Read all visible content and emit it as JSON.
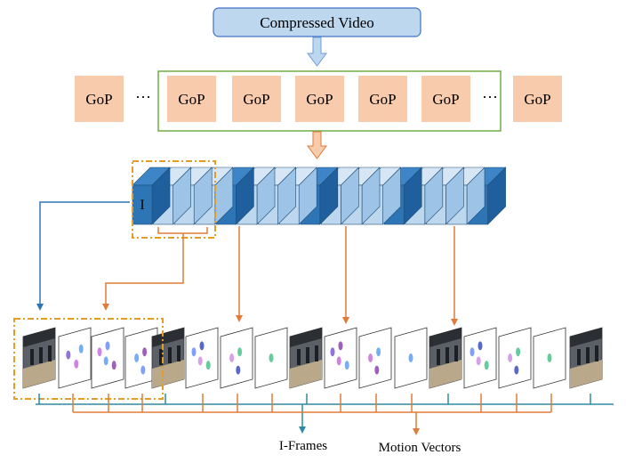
{
  "title": "Compressed Video",
  "gop": {
    "label": "GoP",
    "ellipsis": "···",
    "sequence": [
      "gop",
      "ellipsis",
      "gop",
      "gop",
      "gop",
      "gop",
      "gop",
      "ellipsis",
      "gop"
    ]
  },
  "frames": [
    "I",
    "P",
    "P",
    "P",
    "I",
    "P",
    "P",
    "P",
    "I",
    "P",
    "P",
    "P",
    "I",
    "P",
    "P",
    "P",
    "I"
  ],
  "thumbnails": [
    "i",
    "mv",
    "mv",
    "mv",
    "i",
    "mv",
    "mv",
    "mv",
    "i",
    "mv",
    "mv",
    "mv",
    "i",
    "mv",
    "mv",
    "mv",
    "i"
  ],
  "legend": {
    "iframes": "I-Frames",
    "motion_vectors": "Motion Vectors"
  },
  "colors": {
    "title_fill": "#bdd7ee",
    "title_stroke": "#4472c4",
    "gop_fill": "#f8cbad",
    "selection_box": "#70ad47",
    "i_frame": "#2e75b6",
    "p_frame": "#bdd7ee",
    "frame_stroke": "#1f4e79",
    "dash_box": "#e69c24",
    "arrow_blue": "#2e75b6",
    "arrow_orange": "#e07b39",
    "bracket_teal": "#2e8ba0"
  }
}
